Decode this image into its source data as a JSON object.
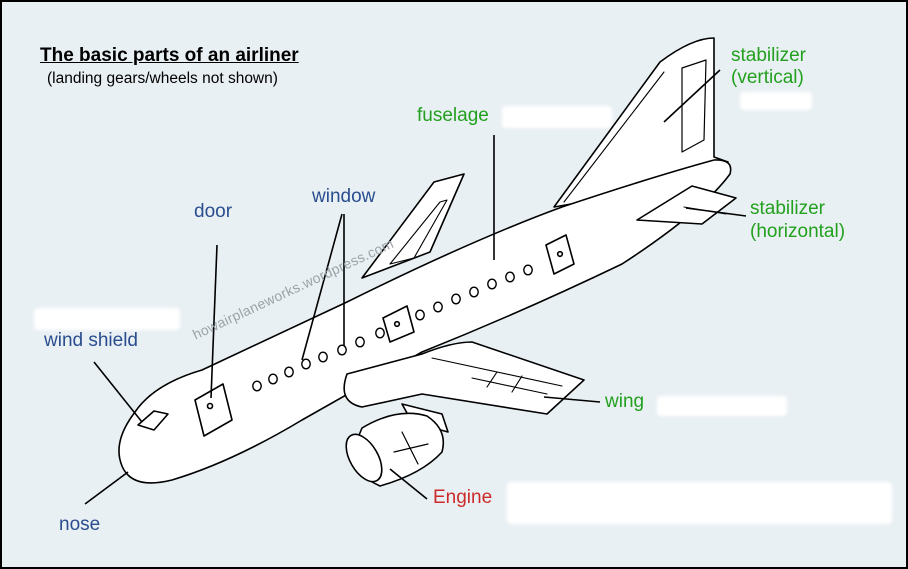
{
  "title": "The basic parts of an airliner",
  "subtitle": "(landing gears/wheels not shown)",
  "watermark": "howairplaneworks.wordpress.com",
  "labels": {
    "door": "door",
    "window": "window",
    "wind_shield": "wind shield",
    "nose": "nose",
    "fuselage": "fuselage",
    "stabilizer_vertical_1": "stabilizer",
    "stabilizer_vertical_2": "(vertical)",
    "stabilizer_horizontal_1": "stabilizer",
    "stabilizer_horizontal_2": "(horizontal)",
    "wing": "wing",
    "engine": "Engine"
  },
  "colors": {
    "background": "#e9f0f3",
    "label_blue": "#2a4d8f",
    "label_green": "#22a01e",
    "label_red": "#cc2a2a",
    "outline": "#000000"
  }
}
